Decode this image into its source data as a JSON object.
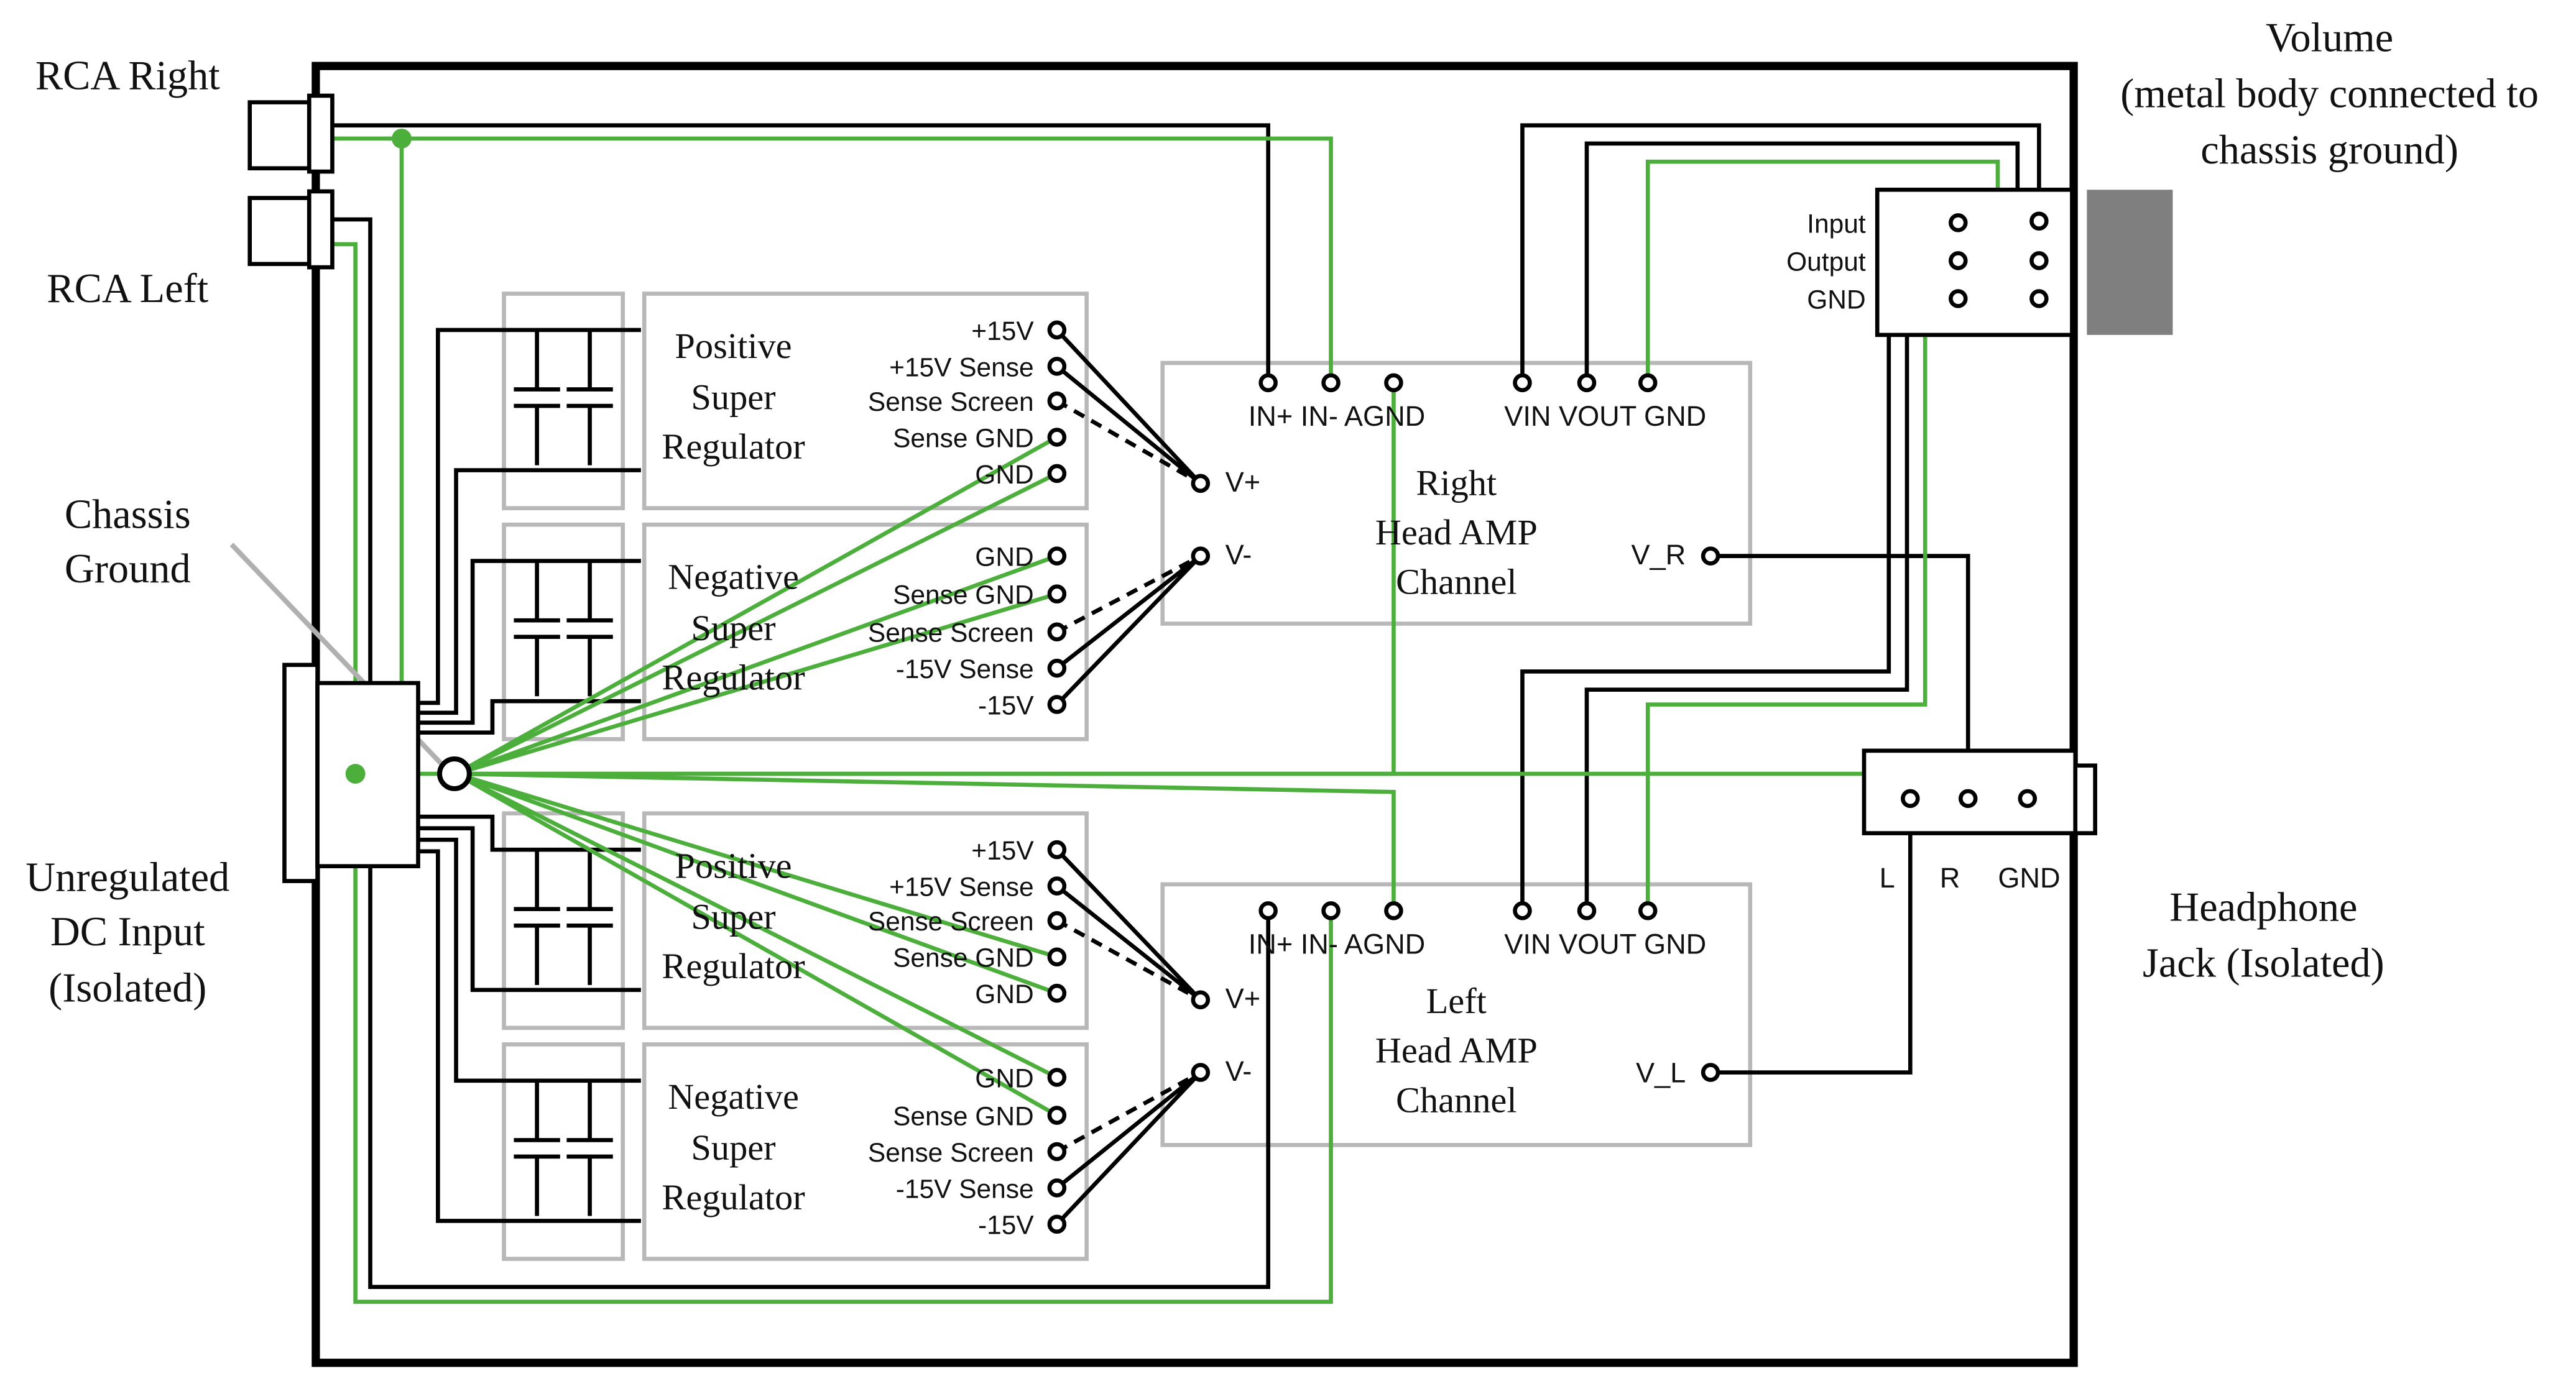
{
  "colors": {
    "wire": "#000000",
    "ground_wire": "#4caf3c",
    "box": "#b8b8b8",
    "pot_body": "#7f7f7f",
    "enclosure": "#000000"
  },
  "external": {
    "rca_right": "RCA Right",
    "rca_left": "RCA Left",
    "chassis_ground": [
      "Chassis",
      "Ground"
    ],
    "dc_input": [
      "Unregulated",
      "DC Input",
      "(Isolated)"
    ],
    "volume": [
      "Volume",
      "(metal body connected to",
      "chassis ground)"
    ],
    "headphone": [
      "Headphone",
      "Jack (Isolated)"
    ]
  },
  "regulators": {
    "pos_title": [
      "Positive",
      "Super",
      "Regulator"
    ],
    "neg_title": [
      "Negative",
      "Super",
      "Regulator"
    ],
    "pos_pins": [
      "+15V",
      "+15V Sense",
      "Sense Screen",
      "Sense GND",
      "GND"
    ],
    "neg_pins": [
      "GND",
      "Sense GND",
      "Sense Screen",
      "-15V Sense",
      "-15V"
    ]
  },
  "amps": {
    "right_title": [
      "Right",
      "Head AMP",
      "Channel"
    ],
    "left_title": [
      "Left",
      "Head AMP",
      "Channel"
    ],
    "input_pins": "IN+ IN- AGND",
    "volume_pins": "VIN VOUT GND",
    "vplus": "V+",
    "vminus": "V-",
    "right_out": "V_R",
    "left_out": "V_L"
  },
  "pot_labels": [
    "Input",
    "Output",
    "GND"
  ],
  "jack_labels": [
    "L",
    "R",
    "GND"
  ]
}
